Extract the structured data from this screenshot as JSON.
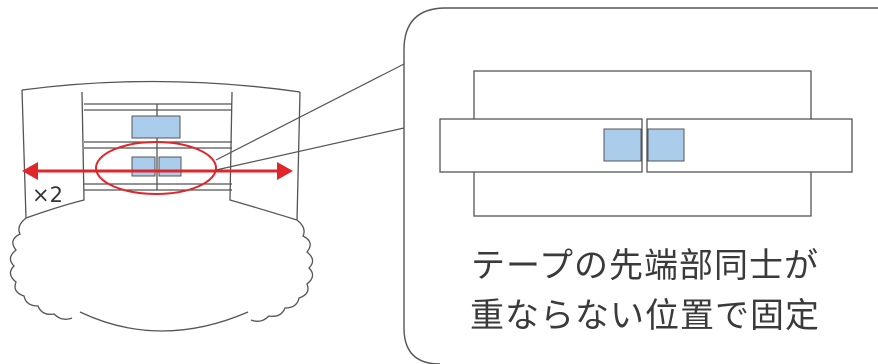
{
  "diagram": {
    "multiplier_label": "×2",
    "caption": {
      "line1": "テープの先端部同士が",
      "line2": "重ならない位置で固定"
    },
    "colors": {
      "line": "#555555",
      "tape_fill": "#a9cdea",
      "tape_stroke": "#555555",
      "highlight_red": "#e0262b",
      "caption_text": "#3a3a3a",
      "panel_stroke": "#555555"
    }
  }
}
